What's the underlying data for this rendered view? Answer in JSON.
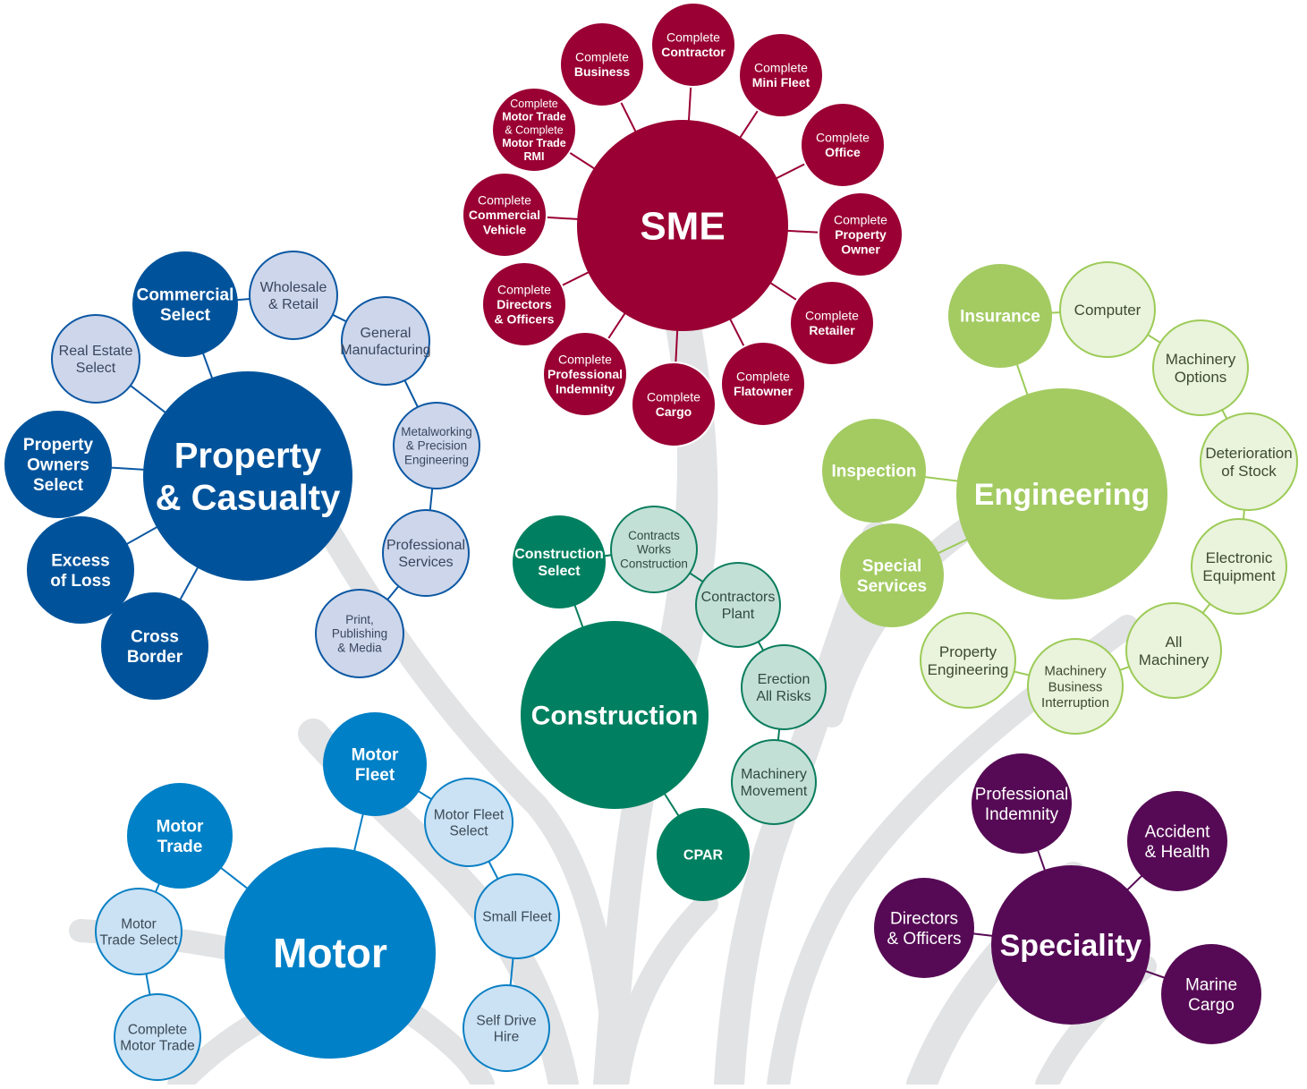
{
  "colors": {
    "trunk": "#e2e3e5",
    "sme": {
      "main": "#9a0033",
      "sub": "#9a0033",
      "stroke": "#ffffff",
      "text": "#ffffff"
    },
    "property": {
      "main": "#00539b",
      "sub": "#00539b",
      "light": "#cdd6ea",
      "lightStroke": "#0b57a3",
      "link": "#0b57a3"
    },
    "engineering": {
      "main": "#a3cb62",
      "light": "#eaf3dc",
      "lightStroke": "#9ccb57",
      "link": "#9ccb57",
      "lightText": "#3d4a33"
    },
    "construction": {
      "main": "#008060",
      "light": "#c3e0d6",
      "lightStroke": "#0b7d5d",
      "link": "#0b7d5d",
      "lightText": "#2f4a42"
    },
    "motor": {
      "main": "#0080c6",
      "light": "#cbe2f4",
      "lightStroke": "#0a7fc4",
      "link": "#0a7fc4",
      "lightText": "#3b4a57"
    },
    "speciality": {
      "main": "#560a55",
      "link": "#560a55"
    }
  },
  "clusters": [
    {
      "key": "sme",
      "hub": {
        "lines": [
          "SME"
        ]
      },
      "nodes": [
        {
          "lines": [
            "Complete",
            "Contractor"
          ]
        },
        {
          "lines": [
            "Complete",
            "Mini Fleet"
          ]
        },
        {
          "lines": [
            "Complete",
            "Office"
          ]
        },
        {
          "lines": [
            "Complete",
            "Property",
            "Owner"
          ]
        },
        {
          "lines": [
            "Complete",
            "Retailer"
          ]
        },
        {
          "lines": [
            "Complete",
            "Flatowner"
          ]
        },
        {
          "lines": [
            "Complete",
            "Cargo"
          ]
        },
        {
          "lines": [
            "Complete",
            "Professional",
            "Indemnity"
          ]
        },
        {
          "lines": [
            "Complete",
            "Directors",
            "& Officers"
          ]
        },
        {
          "lines": [
            "Complete",
            "Commercial",
            "Vehicle"
          ]
        },
        {
          "lines": [
            "Complete",
            "Motor Trade",
            "& Complete",
            "Motor Trade",
            "RMI"
          ]
        },
        {
          "lines": [
            "Complete",
            "Business"
          ]
        }
      ]
    },
    {
      "key": "property",
      "hub": {
        "lines": [
          "Property",
          "& Casualty"
        ]
      },
      "nodes": [
        {
          "lines": [
            "Commercial",
            "Select"
          ]
        },
        {
          "lines": [
            "Wholesale",
            "& Retail"
          ]
        },
        {
          "lines": [
            "General",
            "Manufacturing"
          ]
        },
        {
          "lines": [
            "Metalworking",
            "& Precision",
            "Engineering"
          ]
        },
        {
          "lines": [
            "Professional",
            "Services"
          ]
        },
        {
          "lines": [
            "Print,",
            "Publishing",
            "& Media"
          ]
        },
        {
          "lines": [
            "Real Estate",
            "Select"
          ]
        },
        {
          "lines": [
            "Property",
            "Owners",
            "Select"
          ]
        },
        {
          "lines": [
            "Excess",
            "of Loss"
          ]
        },
        {
          "lines": [
            "Cross",
            "Border"
          ]
        }
      ]
    },
    {
      "key": "engineering",
      "hub": {
        "lines": [
          "Engineering"
        ]
      },
      "nodes": [
        {
          "lines": [
            "Insurance"
          ]
        },
        {
          "lines": [
            "Computer"
          ]
        },
        {
          "lines": [
            "Machinery",
            "Options"
          ]
        },
        {
          "lines": [
            "Deterioration",
            "of Stock"
          ]
        },
        {
          "lines": [
            "Electronic",
            "Equipment"
          ]
        },
        {
          "lines": [
            "All",
            "Machinery"
          ]
        },
        {
          "lines": [
            "Machinery",
            "Business",
            "Interruption"
          ]
        },
        {
          "lines": [
            "Property",
            "Engineering"
          ]
        },
        {
          "lines": [
            "Inspection"
          ]
        },
        {
          "lines": [
            "Special",
            "Services"
          ]
        }
      ]
    },
    {
      "key": "construction",
      "hub": {
        "lines": [
          "Construction"
        ]
      },
      "nodes": [
        {
          "lines": [
            "Construction",
            "Select"
          ]
        },
        {
          "lines": [
            "Contracts",
            "Works",
            "Construction"
          ]
        },
        {
          "lines": [
            "Contractors",
            "Plant"
          ]
        },
        {
          "lines": [
            "Erection",
            "All Risks"
          ]
        },
        {
          "lines": [
            "Machinery",
            "Movement"
          ]
        },
        {
          "lines": [
            "CPAR"
          ]
        }
      ]
    },
    {
      "key": "motor",
      "hub": {
        "lines": [
          "Motor"
        ]
      },
      "nodes": [
        {
          "lines": [
            "Motor",
            "Fleet"
          ]
        },
        {
          "lines": [
            "Motor Fleet",
            "Select"
          ]
        },
        {
          "lines": [
            "Small Fleet"
          ]
        },
        {
          "lines": [
            "Self Drive",
            "Hire"
          ]
        },
        {
          "lines": [
            "Motor",
            "Trade"
          ]
        },
        {
          "lines": [
            "Motor",
            "Trade Select"
          ]
        },
        {
          "lines": [
            "Complete",
            "Motor Trade"
          ]
        }
      ]
    },
    {
      "key": "speciality",
      "hub": {
        "lines": [
          "Speciality"
        ]
      },
      "nodes": [
        {
          "lines": [
            "Professional",
            "Indemnity"
          ]
        },
        {
          "lines": [
            "Accident",
            "& Health"
          ]
        },
        {
          "lines": [
            "Directors",
            "& Officers"
          ]
        },
        {
          "lines": [
            "Marine",
            "Cargo"
          ]
        }
      ]
    }
  ]
}
